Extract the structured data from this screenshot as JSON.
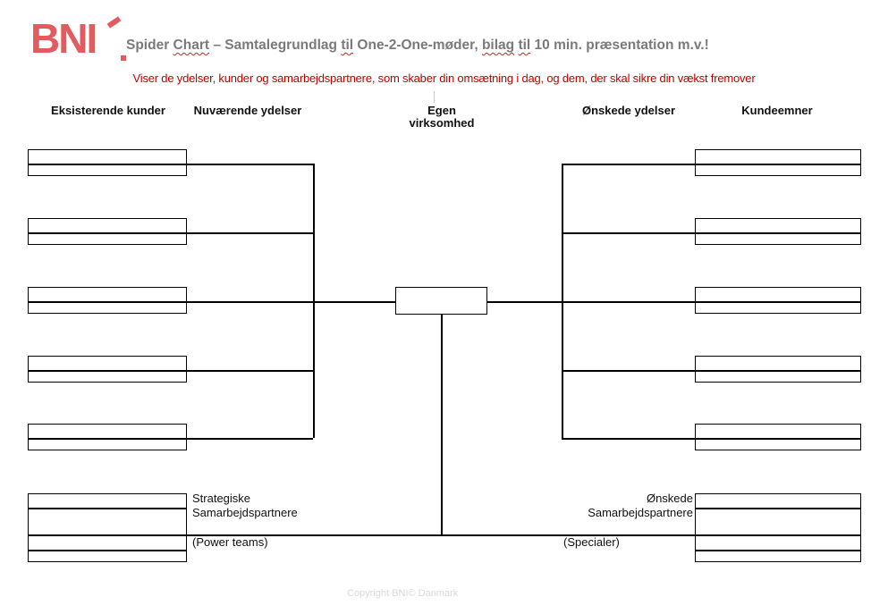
{
  "logo": {
    "text": "BNI",
    "color": "#e25b5e"
  },
  "title": {
    "color": "#7a7a7a",
    "segments": [
      {
        "t": "Spider "
      },
      {
        "t": "Chart",
        "wavy": true
      },
      {
        "t": " – Samtalegrundlag "
      },
      {
        "t": "til",
        "wavy": true
      },
      {
        "t": " One-2-One-møder, "
      },
      {
        "t": "bilag",
        "wavy": true
      },
      {
        "t": " "
      },
      {
        "t": "til",
        "wavy": true
      },
      {
        "t": " 10 min. præsentation m.v.!"
      }
    ]
  },
  "subtitle": {
    "text": "Viser de ydelser, kunder og samarbejdspartnere, som skaber din omsætning i dag, og dem, der skal sikre din vækst fremover",
    "color": "#c00000"
  },
  "columns": [
    {
      "label": "Eksisterende kunder"
    },
    {
      "label": "Nuværende ydelser"
    },
    {
      "label": "Egen\nvirksomhed"
    },
    {
      "label": "Ønskede ydelser"
    },
    {
      "label": "Kundeemner"
    }
  ],
  "diagram": {
    "left_groups": 5,
    "right_groups": 5,
    "rows_per_group": 2,
    "line_color": "#000000"
  },
  "bottom": {
    "left_label": "Strategiske\nSamarbejdspartnere",
    "left_sublabel": "(Power teams)",
    "right_label": "Ønskede\nSamarbejdspartnere",
    "right_sublabel": "(Specialer)"
  },
  "footer": {
    "copyright": "Copyright BNI© Danmark"
  }
}
